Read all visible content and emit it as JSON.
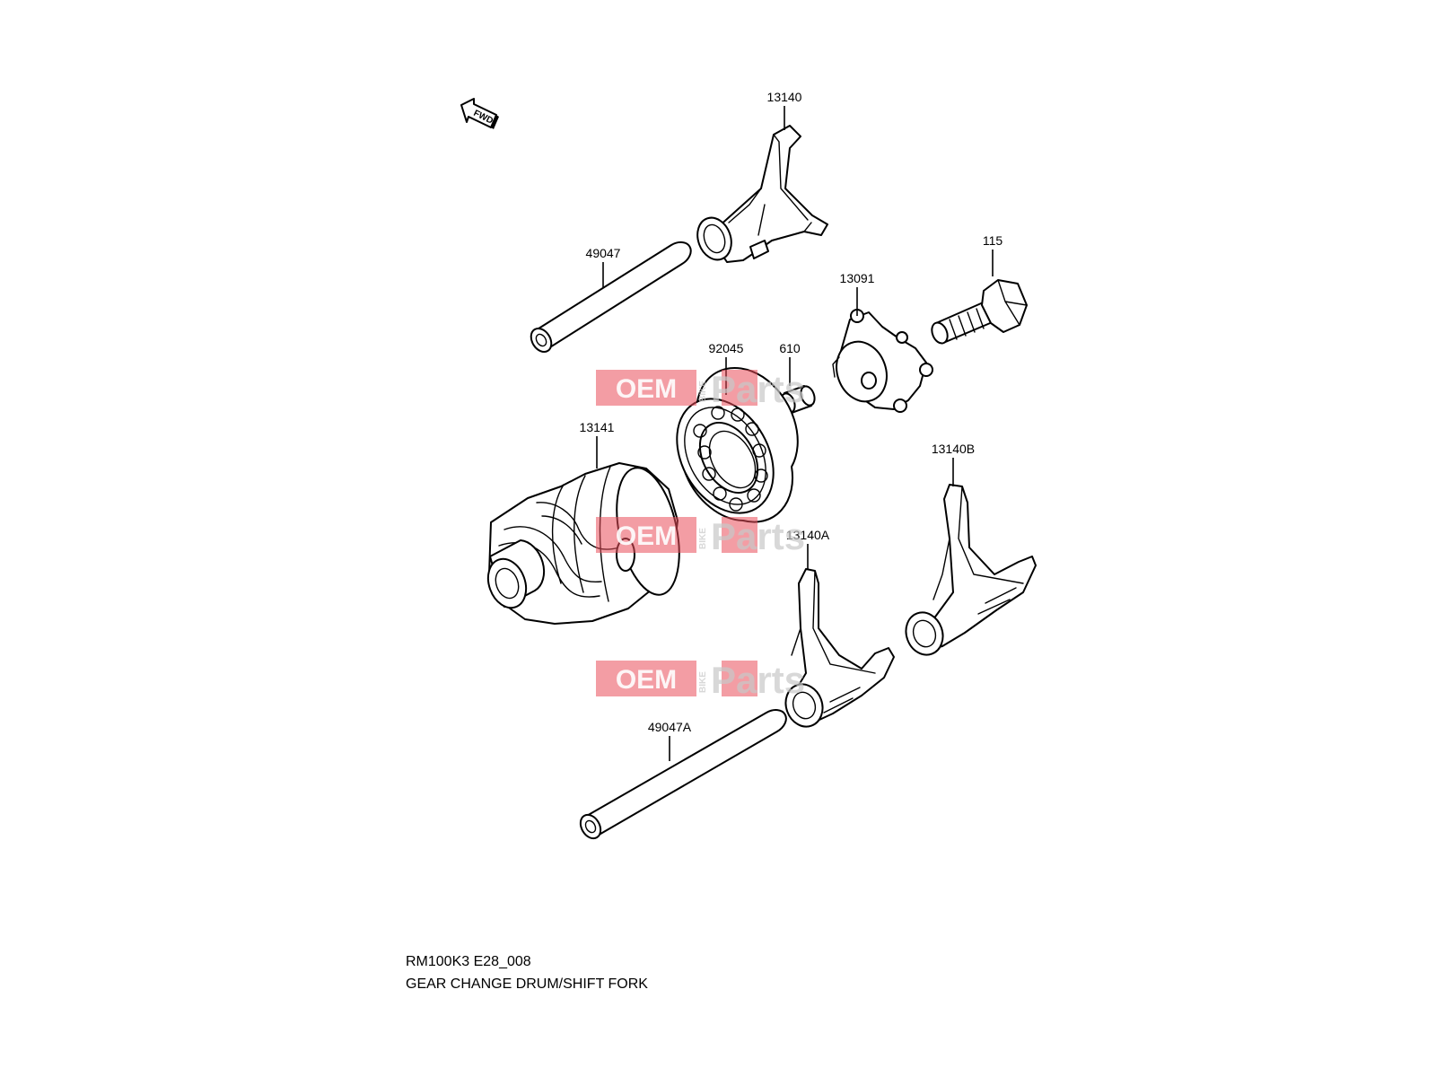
{
  "diagram": {
    "fwd_badge": "FWD",
    "callouts": {
      "fork_top": "13140",
      "shaft_top": "49047",
      "bolt": "115",
      "stopper": "13091",
      "bearing": "92045",
      "pin": "610",
      "drum": "13141",
      "fork_right": "13140B",
      "fork_middle": "13140A",
      "shaft_bottom": "49047A"
    },
    "watermark": {
      "oem": "OEM",
      "bike": "BIKE",
      "parts": "Parts"
    }
  },
  "footer": {
    "code": "RM100K3 E28_008",
    "title": "GEAR CHANGE DRUM/SHIFT FORK"
  },
  "colors": {
    "watermark_red": "#e94d5a",
    "line": "#000000",
    "background": "#ffffff"
  }
}
